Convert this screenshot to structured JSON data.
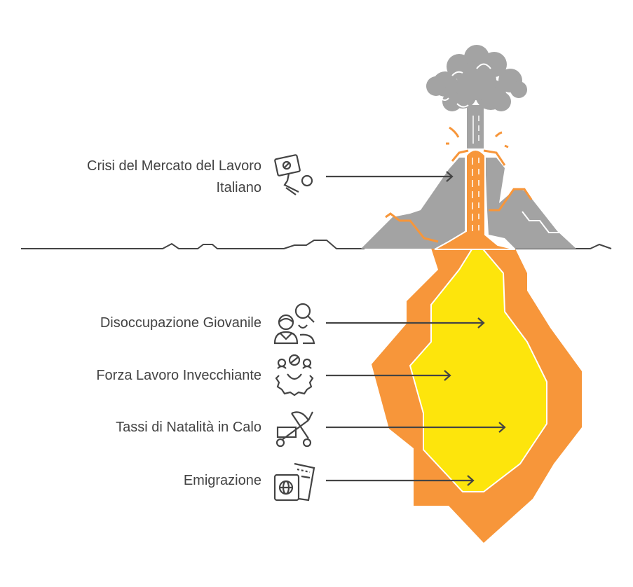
{
  "title": "Crisi del Mercato del Lavoro Italiano",
  "items": [
    {
      "label_line1": "Crisi del Mercato del Lavoro",
      "label_line2": "Italiano",
      "icon": "protest-sign-icon"
    },
    {
      "label": "Disoccupazione Giovanile",
      "icon": "people-search-icon"
    },
    {
      "label": "Forza Lavoro Invecchiante",
      "icon": "workforce-gear-icon"
    },
    {
      "label": "Tassi di Natalità in Calo",
      "icon": "stroller-icon"
    },
    {
      "label": "Emigrazione",
      "icon": "passport-ticket-icon"
    }
  ],
  "colors": {
    "gray": "#a3a3a3",
    "orange": "#f7963a",
    "yellow": "#fde50c",
    "text": "#434343",
    "line": "#444444"
  }
}
